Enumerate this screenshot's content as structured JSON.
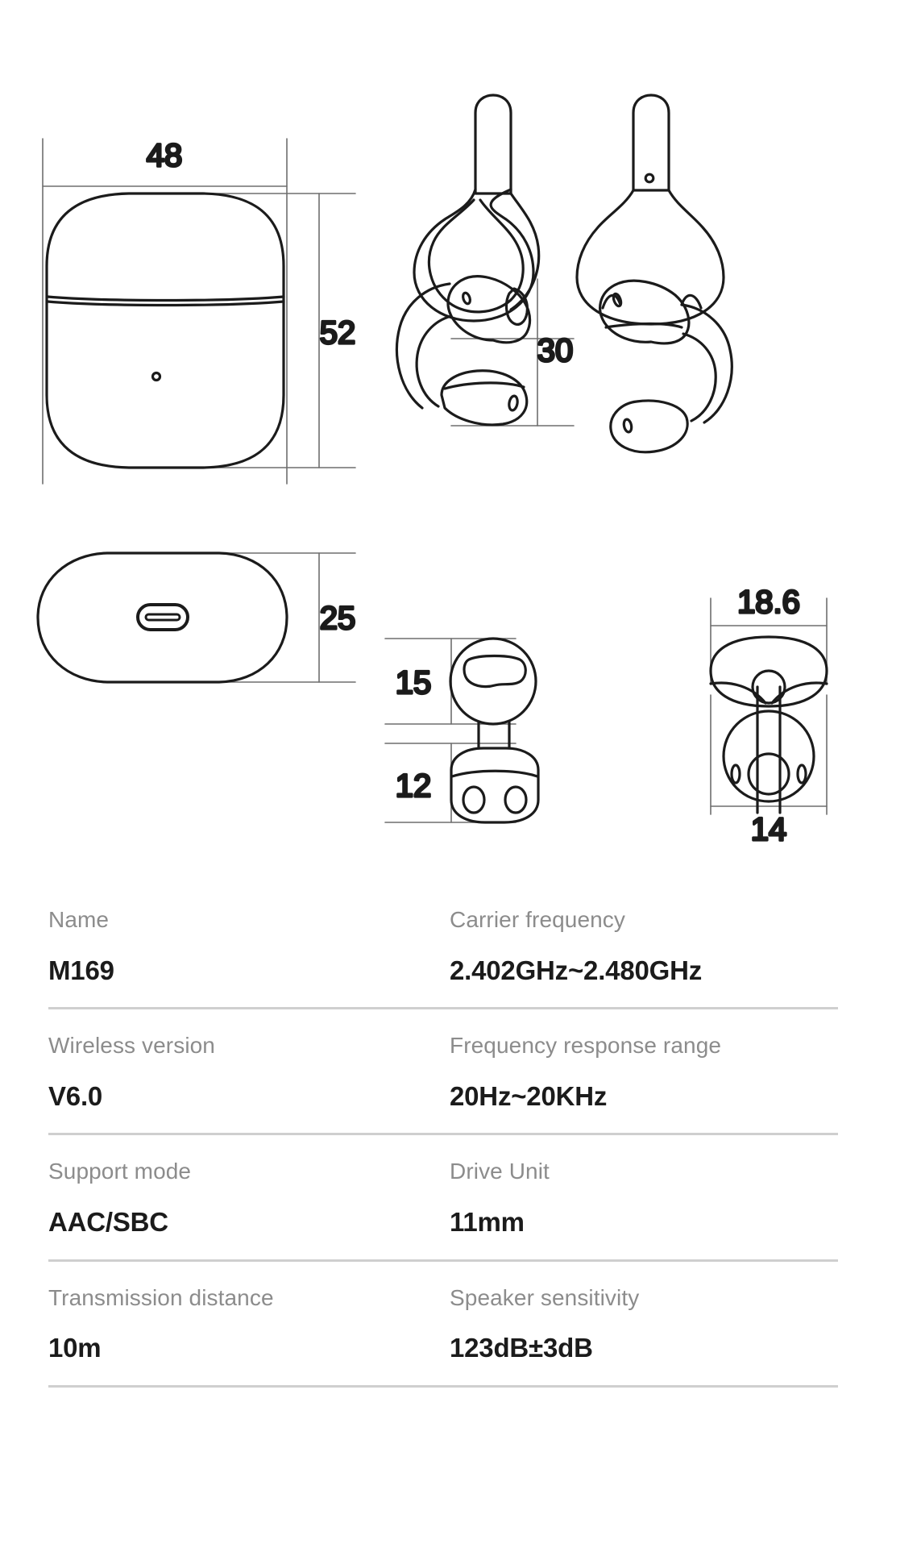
{
  "product": {
    "name": "M169"
  },
  "drawings": {
    "case_front": {
      "name": "charging-case-front-view",
      "width_label": "48",
      "height_label": "52",
      "led_indicator": "led-dot"
    },
    "case_bottom": {
      "name": "charging-case-bottom-view",
      "depth_label": "25",
      "port": "usb-c-port"
    },
    "earbud_front": {
      "name": "earbud-front-view"
    },
    "earbud_back": {
      "name": "earbud-back-view",
      "mic_hole": "microphone-hole"
    },
    "earbud_pair_left": {
      "name": "earbud-pair-left-view",
      "height_label": "30"
    },
    "earbud_pair_right": {
      "name": "earbud-pair-right-view"
    },
    "earbud_profile": {
      "name": "earbud-profile-view",
      "top_pod_label": "15",
      "bottom_pod_label": "12"
    },
    "earbud_top": {
      "name": "earbud-top-view",
      "width_label": "18.6",
      "base_label": "14"
    }
  },
  "specs": {
    "rows": [
      {
        "left": {
          "label": "Name",
          "value": "M169"
        },
        "right": {
          "label": "Carrier frequency",
          "value": "2.402GHz~2.480GHz"
        }
      },
      {
        "left": {
          "label": "Wireless version",
          "value": "V6.0"
        },
        "right": {
          "label": "Frequency response range",
          "value": "20Hz~20KHz"
        }
      },
      {
        "left": {
          "label": "Support mode",
          "value": "AAC/SBC"
        },
        "right": {
          "label": "Drive Unit",
          "value": "11mm"
        }
      },
      {
        "left": {
          "label": "Transmission distance",
          "value": "10m"
        },
        "right": {
          "label": "Speaker sensitivity",
          "value": "123dB±3dB"
        }
      }
    ]
  },
  "colors": {
    "line": "#1b1b1b",
    "dimension_line": "#6e6e6e",
    "label_gray": "#8c8c8c",
    "value_black": "#1b1b1b",
    "divider": "#cfcfcf",
    "background": "#ffffff"
  }
}
